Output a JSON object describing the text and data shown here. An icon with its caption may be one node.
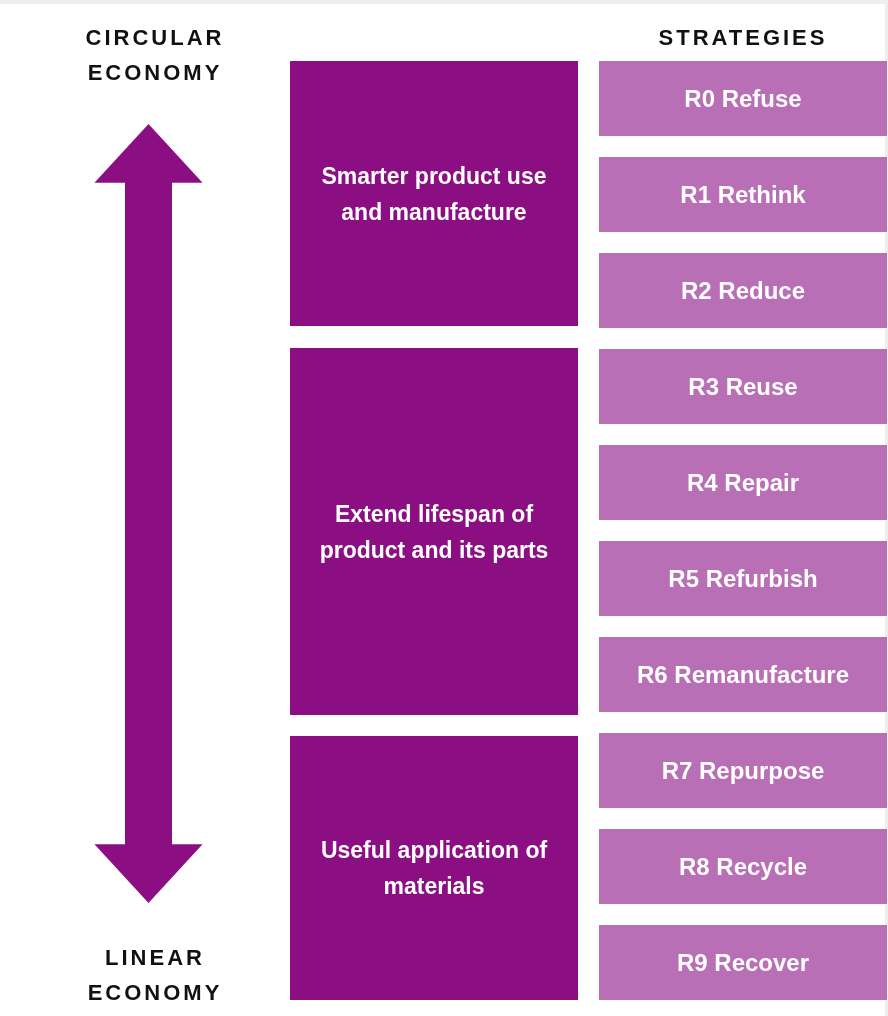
{
  "diagram": {
    "nodes": [
      {
        "text": [
          "CIRCULAR ECONOMY"
        ]
      },
      {
        "text": [
          "LINEAR ECONOMY"
        ]
      },
      {
        "text": [
          "Smarter product use and manufacture"
        ]
      },
      {
        "text": [
          "Extend lifespan of product and its parts"
        ]
      },
      {
        "text": [
          "Useful application of materials"
        ]
      },
      {
        "text": [
          "R0 Refuse"
        ]
      },
      {
        "text": [
          "R1 Rethink"
        ]
      },
      {
        "text": [
          "R2 Reduce"
        ]
      },
      {
        "text": [
          "R3 Reuse"
        ]
      },
      {
        "text": [
          "R4 Repair"
        ]
      },
      {
        "text": [
          "R5 Refurbish"
        ]
      },
      {
        "text": [
          "R6 Remanufacture"
        ]
      },
      {
        "text": [
          "R7 Repurpose"
        ]
      },
      {
        "text": [
          "R8 Recycle"
        ]
      },
      {
        "text": [
          "R9 Recover"
        ]
      }
    ],
    "edges": [
      {
        "from": 0,
        "to": 1,
        "arrow": "both"
      }
    ],
    "labels": [
      "STRATEGIES"
    ]
  }
}
